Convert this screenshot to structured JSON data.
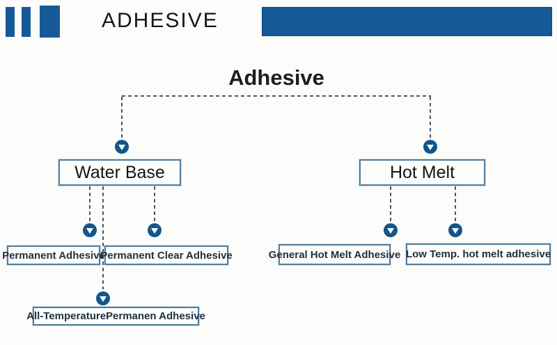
{
  "header": {
    "brand_title": "ADHESIVE"
  },
  "diagram": {
    "root_label": "Adhesive",
    "branches": [
      {
        "label": "Water Base",
        "children": [
          {
            "label": "Permanent Adhesive"
          },
          {
            "label": "Permanent Clear Adhesive"
          },
          {
            "label": "All-TemperaturePermanen Adhesive"
          }
        ]
      },
      {
        "label": "Hot Melt",
        "children": [
          {
            "label": "General Hot Melt Adhesive"
          },
          {
            "label": "Low Temp. hot melt adhesive"
          }
        ]
      }
    ]
  },
  "icons": {
    "arrow": "arrow-down-circle"
  },
  "colors": {
    "accent_blue": "#155a96",
    "arrow_blue": "#13568c",
    "box_border": "#517e9a",
    "dash_line": "#4b5860",
    "text_dark": "#1c1c1c"
  }
}
